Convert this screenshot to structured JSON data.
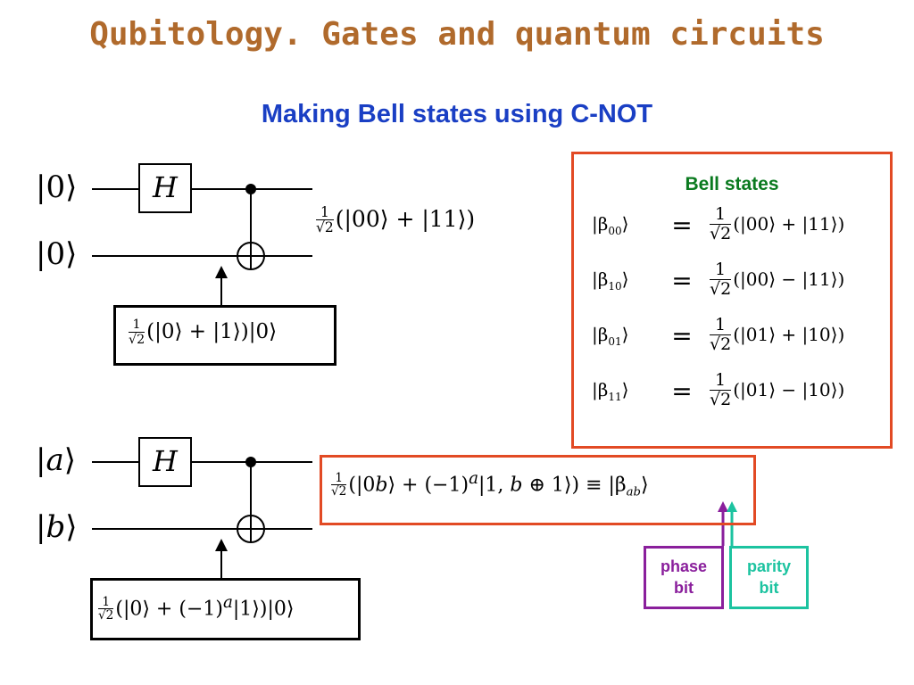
{
  "slide": {
    "title": "Qubitology. Gates and quantum circuits",
    "subtitle": "Making Bell states using C-NOT"
  },
  "circuit1": {
    "input_top": "|0⟩",
    "input_bottom": "|0⟩",
    "gate": "H",
    "output_rest": "(|00⟩ + |11⟩)",
    "intermediate_rest": "(|0⟩ + |1⟩)|0⟩"
  },
  "circuit2": {
    "input_top_var": "a",
    "input_bottom_var": "b",
    "gate": "H",
    "output_rest_a": "(|0",
    "output_rest_b": "b",
    "output_rest_c": "⟩ + (−1)",
    "output_rest_exp": "a",
    "output_rest_d": "|1, ",
    "output_rest_e": "b",
    "output_rest_f": " ⊕ 1⟩) ≡ |β",
    "output_rest_sub": "ab",
    "output_rest_g": "⟩",
    "intermediate_rest_a": "(|0⟩ + (−1)",
    "intermediate_rest_exp": "a",
    "intermediate_rest_b": "|1⟩)|0⟩"
  },
  "fraction": {
    "numerator": "1",
    "denominator": "√2"
  },
  "bell": {
    "title": "Bell states",
    "equals": "=",
    "rows": [
      {
        "lhs": "|β",
        "sub": "00",
        "rhs": "(|00⟩ + |11⟩)"
      },
      {
        "lhs": "|β",
        "sub": "10",
        "rhs": "(|00⟩ − |11⟩)"
      },
      {
        "lhs": "|β",
        "sub": "01",
        "rhs": "(|01⟩ + |10⟩)"
      },
      {
        "lhs": "|β",
        "sub": "11",
        "rhs": "(|01⟩ − |10⟩)"
      }
    ]
  },
  "labels": {
    "phase_line1": "phase",
    "phase_line2": "bit",
    "parity_line1": "parity",
    "parity_line2": "bit",
    "phase_color": "#8a1f9c",
    "parity_color": "#1cc3a0"
  }
}
